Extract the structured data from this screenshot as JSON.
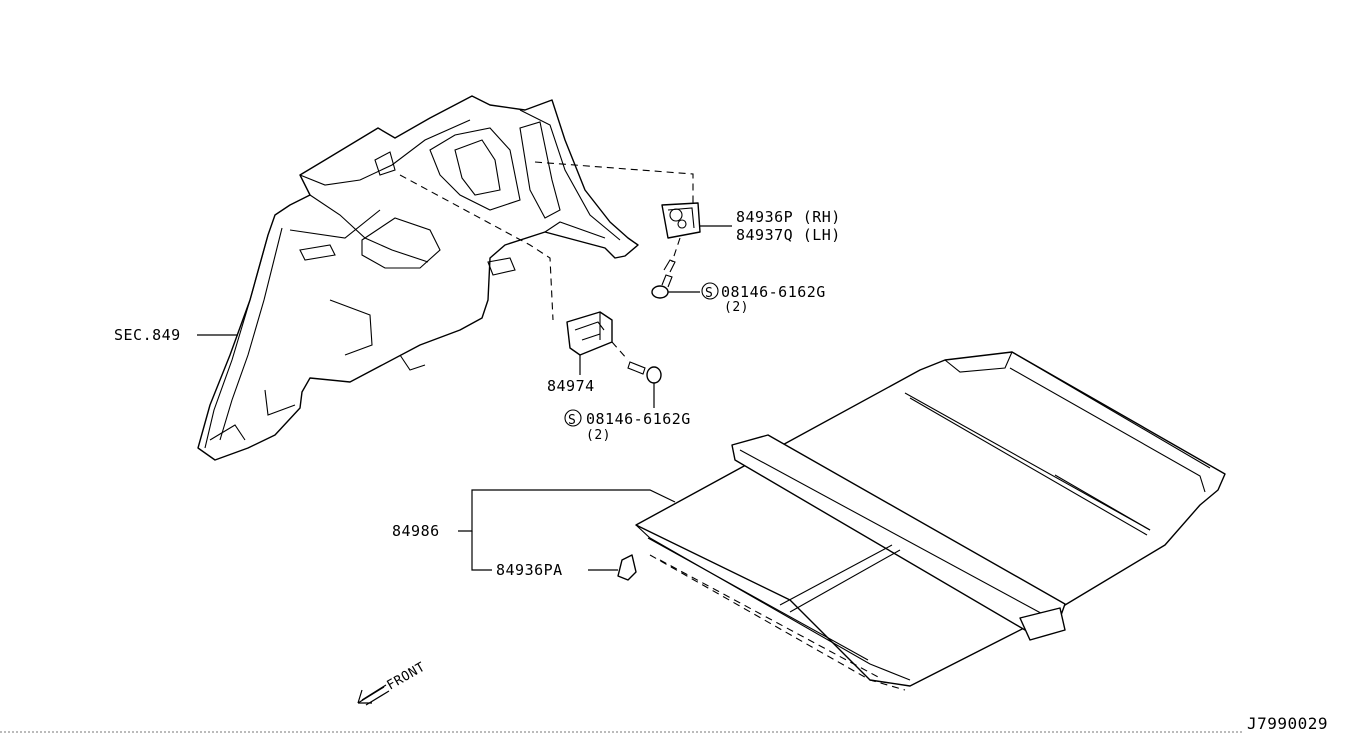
{
  "labels": {
    "sec849": "SEC.849",
    "p84936p": "84936P (RH)",
    "p84937q": "84937Q (LH)",
    "screw1_code": "08146-6162G",
    "screw1_qty": "(2)",
    "p84974": "84974",
    "screw2_code": "08146-6162G",
    "screw2_qty": "(2)",
    "p84986": "84986",
    "p84936pa": "84936PA",
    "front": "FRONT",
    "diagram_id": "J7990029",
    "s_symbol": "S"
  }
}
